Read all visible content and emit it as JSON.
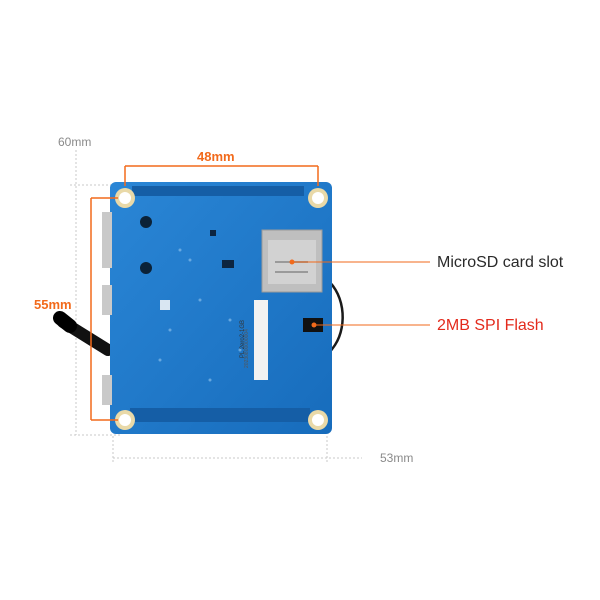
{
  "dimensions": {
    "height_outer": "60mm",
    "width_inner": "48mm",
    "height_inner": "55mm",
    "width_outer": "53mm"
  },
  "callouts": {
    "microsd": "MicroSD card slot",
    "spi_flash": "2MB SPI Flash"
  },
  "board": {
    "sticker_line1": "PL 2ero2-1GB",
    "sticker_line2": "20230800000004"
  },
  "colors": {
    "pcb": "#1f78c8",
    "orange": "#f26a1b",
    "red_text": "#e32a1c",
    "gray_lines": "#bdbdbd"
  }
}
